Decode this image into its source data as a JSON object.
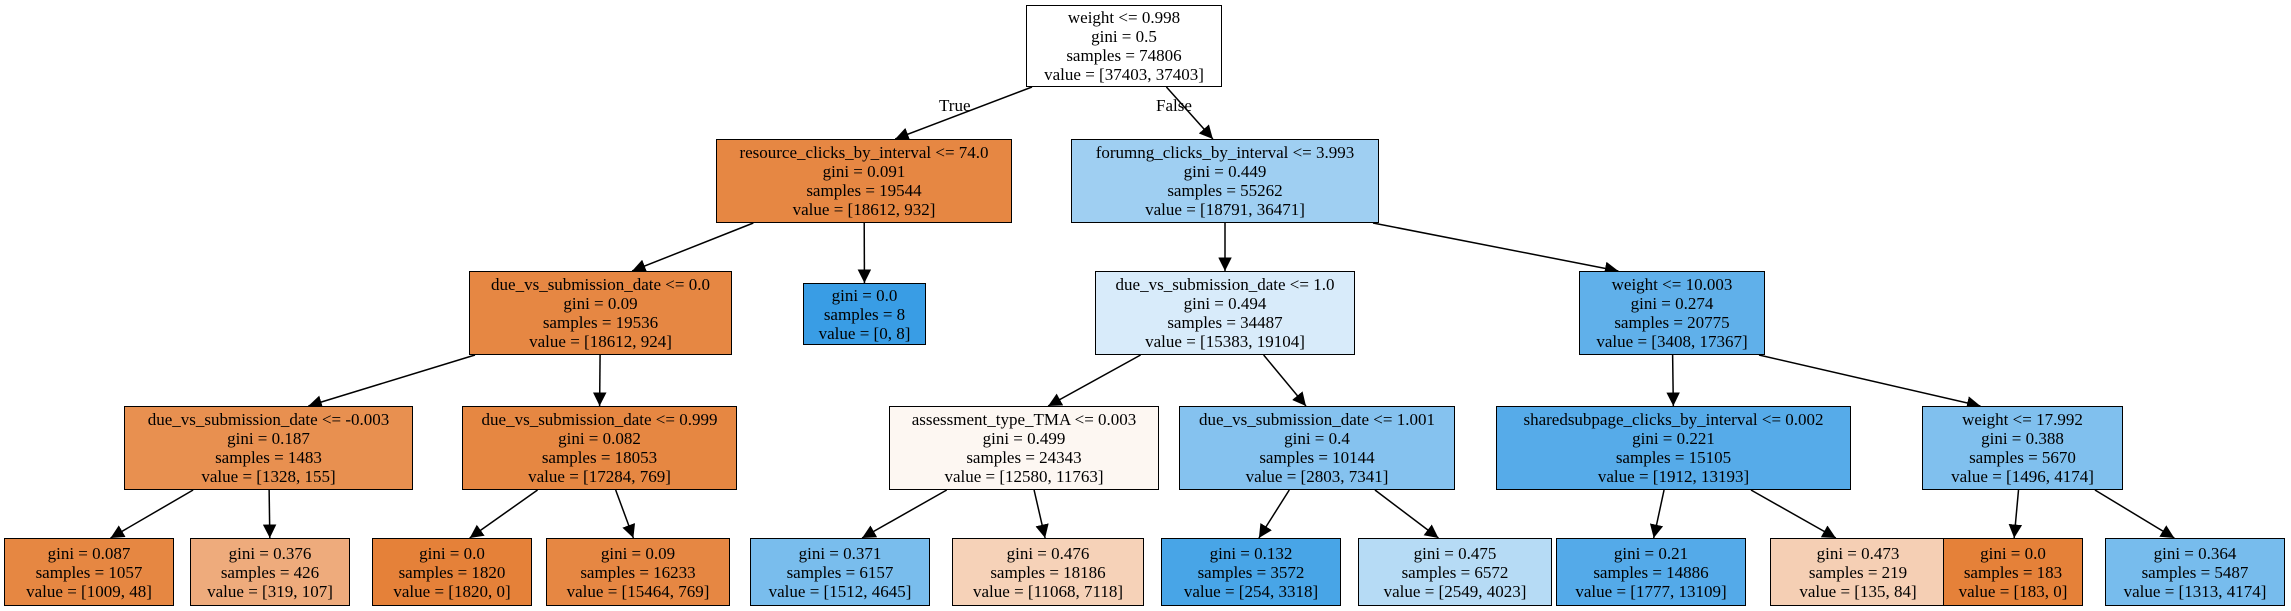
{
  "tree": {
    "nodes": [
      {
        "id": "n0",
        "lines": [
          "weight <= 0.998",
          "gini = 0.5",
          "samples = 74806",
          "value = [37403, 37403]"
        ],
        "color": "#ffffff"
      },
      {
        "id": "n1",
        "lines": [
          "resource_clicks_by_interval <= 74.0",
          "gini = 0.091",
          "samples = 19544",
          "value = [18612, 932]"
        ],
        "color": "#e68743"
      },
      {
        "id": "n2",
        "lines": [
          "forumng_clicks_by_interval <= 3.993",
          "gini = 0.449",
          "samples = 55262",
          "value = [18791, 36471]"
        ],
        "color": "#9fcff2"
      },
      {
        "id": "n3",
        "lines": [
          "due_vs_submission_date <= 0.0",
          "gini = 0.09",
          "samples = 19536",
          "value = [18612, 924]"
        ],
        "color": "#e68743"
      },
      {
        "id": "n4",
        "lines": [
          "gini = 0.0",
          "samples = 8",
          "value = [0, 8]"
        ],
        "color": "#399de5"
      },
      {
        "id": "n5",
        "lines": [
          "due_vs_submission_date <= 1.0",
          "gini = 0.494",
          "samples = 34487",
          "value = [15383, 19104]"
        ],
        "color": "#d8ebfa"
      },
      {
        "id": "n6",
        "lines": [
          "weight <= 10.003",
          "gini = 0.274",
          "samples = 20775",
          "value = [3408, 17367]"
        ],
        "color": "#60b0ea"
      },
      {
        "id": "n7",
        "lines": [
          "due_vs_submission_date <= -0.003",
          "gini = 0.187",
          "samples = 1483",
          "value = [1328, 155]"
        ],
        "color": "#e89050"
      },
      {
        "id": "n8",
        "lines": [
          "due_vs_submission_date <= 0.999",
          "gini = 0.082",
          "samples = 18053",
          "value = [17284, 769]"
        ],
        "color": "#e68742"
      },
      {
        "id": "n9",
        "lines": [
          "assessment_type_TMA <= 0.003",
          "gini = 0.499",
          "samples = 24343",
          "value = [12580, 11763]"
        ],
        "color": "#fdf7f2"
      },
      {
        "id": "n10",
        "lines": [
          "due_vs_submission_date <= 1.001",
          "gini = 0.4",
          "samples = 10144",
          "value = [2803, 7341]"
        ],
        "color": "#85c2ef"
      },
      {
        "id": "n11",
        "lines": [
          "sharedsubpage_clicks_by_interval <= 0.002",
          "gini = 0.221",
          "samples = 15105",
          "value = [1912, 13193]"
        ],
        "color": "#56abe9"
      },
      {
        "id": "n12",
        "lines": [
          "weight <= 17.992",
          "gini = 0.388",
          "samples = 5670",
          "value = [1496, 4174]"
        ],
        "color": "#80c0ee"
      },
      {
        "id": "n13",
        "lines": [
          "gini = 0.087",
          "samples = 1057",
          "value = [1009, 48]"
        ],
        "color": "#e68742"
      },
      {
        "id": "n14",
        "lines": [
          "gini = 0.376",
          "samples = 426",
          "value = [319, 107]"
        ],
        "color": "#eeab7c"
      },
      {
        "id": "n15",
        "lines": [
          "gini = 0.0",
          "samples = 1820",
          "value = [1820, 0]"
        ],
        "color": "#e58139"
      },
      {
        "id": "n16",
        "lines": [
          "gini = 0.09",
          "samples = 16233",
          "value = [15464, 769]"
        ],
        "color": "#e68743"
      },
      {
        "id": "n17",
        "lines": [
          "gini = 0.371",
          "samples = 6157",
          "value = [1512, 4645]"
        ],
        "color": "#79bded"
      },
      {
        "id": "n18",
        "lines": [
          "gini = 0.476",
          "samples = 18186",
          "value = [11068, 7118]"
        ],
        "color": "#f6d2b8"
      },
      {
        "id": "n19",
        "lines": [
          "gini = 0.132",
          "samples = 3572",
          "value = [254, 3318]"
        ],
        "color": "#48a5e7"
      },
      {
        "id": "n20",
        "lines": [
          "gini = 0.475",
          "samples = 6572",
          "value = [2549, 4023]"
        ],
        "color": "#b6dbf5"
      },
      {
        "id": "n21",
        "lines": [
          "gini = 0.21",
          "samples = 14886",
          "value = [1777, 13109]"
        ],
        "color": "#54aae9"
      },
      {
        "id": "n22",
        "lines": [
          "gini = 0.473",
          "samples = 219",
          "value = [135, 84]"
        ],
        "color": "#f5cfb4"
      },
      {
        "id": "n23",
        "lines": [
          "gini = 0.0",
          "samples = 183",
          "value = [183, 0]"
        ],
        "color": "#e58139"
      },
      {
        "id": "n24",
        "lines": [
          "gini = 0.364",
          "samples = 5487",
          "value = [1313, 4174]"
        ],
        "color": "#77bced"
      }
    ],
    "edges": [
      {
        "from": "n0",
        "to": "n1",
        "label": "True"
      },
      {
        "from": "n0",
        "to": "n2",
        "label": "False"
      },
      {
        "from": "n1",
        "to": "n3"
      },
      {
        "from": "n1",
        "to": "n4"
      },
      {
        "from": "n2",
        "to": "n5"
      },
      {
        "from": "n2",
        "to": "n6"
      },
      {
        "from": "n3",
        "to": "n7"
      },
      {
        "from": "n3",
        "to": "n8"
      },
      {
        "from": "n5",
        "to": "n9"
      },
      {
        "from": "n5",
        "to": "n10"
      },
      {
        "from": "n6",
        "to": "n11"
      },
      {
        "from": "n6",
        "to": "n12"
      },
      {
        "from": "n7",
        "to": "n13"
      },
      {
        "from": "n7",
        "to": "n14"
      },
      {
        "from": "n8",
        "to": "n15"
      },
      {
        "from": "n8",
        "to": "n16"
      },
      {
        "from": "n9",
        "to": "n17"
      },
      {
        "from": "n9",
        "to": "n18"
      },
      {
        "from": "n10",
        "to": "n19"
      },
      {
        "from": "n10",
        "to": "n20"
      },
      {
        "from": "n11",
        "to": "n21"
      },
      {
        "from": "n11",
        "to": "n22"
      },
      {
        "from": "n12",
        "to": "n23"
      },
      {
        "from": "n12",
        "to": "n24"
      }
    ]
  }
}
